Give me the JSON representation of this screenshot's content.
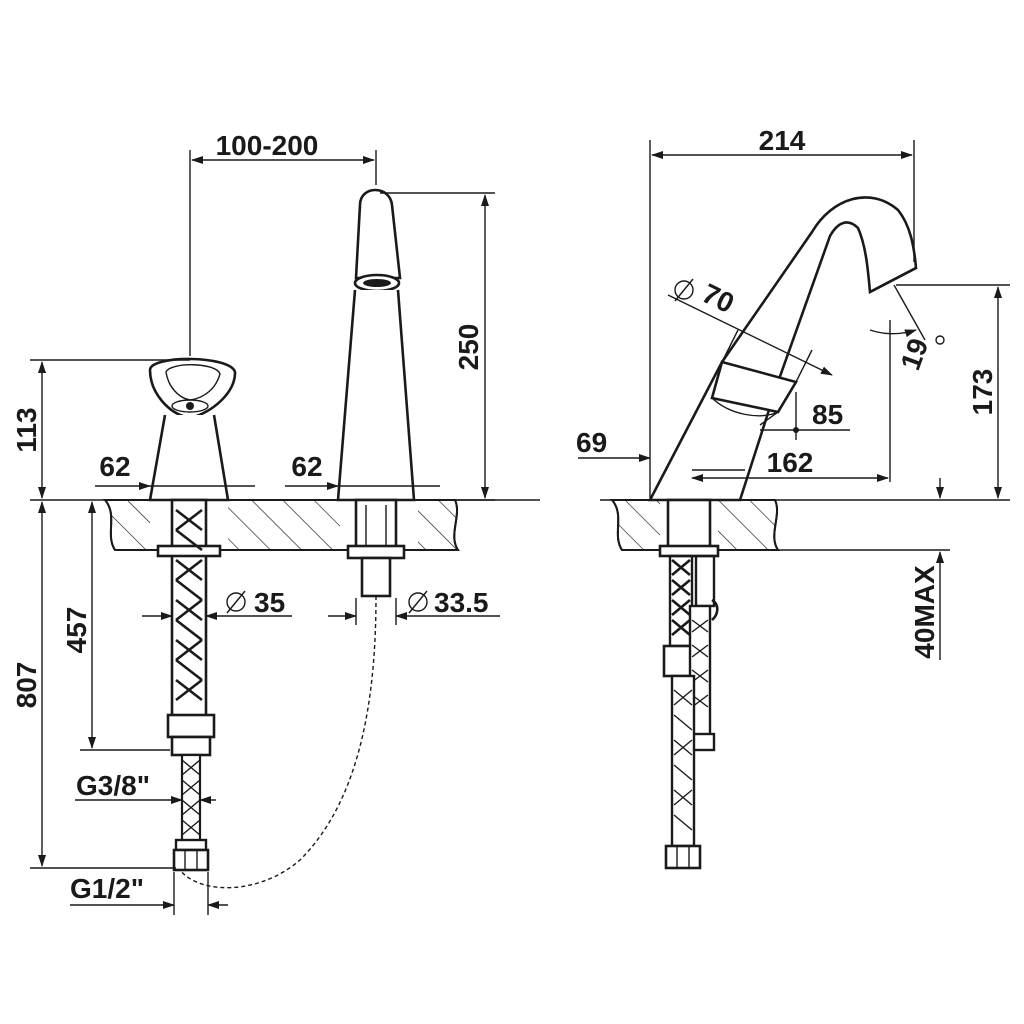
{
  "dimensions": {
    "spacing": "100-200",
    "spout_height": "250",
    "handle_height": "113",
    "handle_base": "62",
    "spout_base": "62",
    "hose_length": "457",
    "total_length": "807",
    "hole_left": "35",
    "hole_right": "33.5",
    "thread_small": "G3/8\"",
    "thread_large": "G1/2\"",
    "reach": "214",
    "handle_dia": "70",
    "angle": "19",
    "outlet_height": "173",
    "dim_85": "85",
    "dim_69": "69",
    "dim_162": "162",
    "deck_max": "40MAX"
  },
  "symbols": {
    "diameter": "∅",
    "degree": "°"
  }
}
